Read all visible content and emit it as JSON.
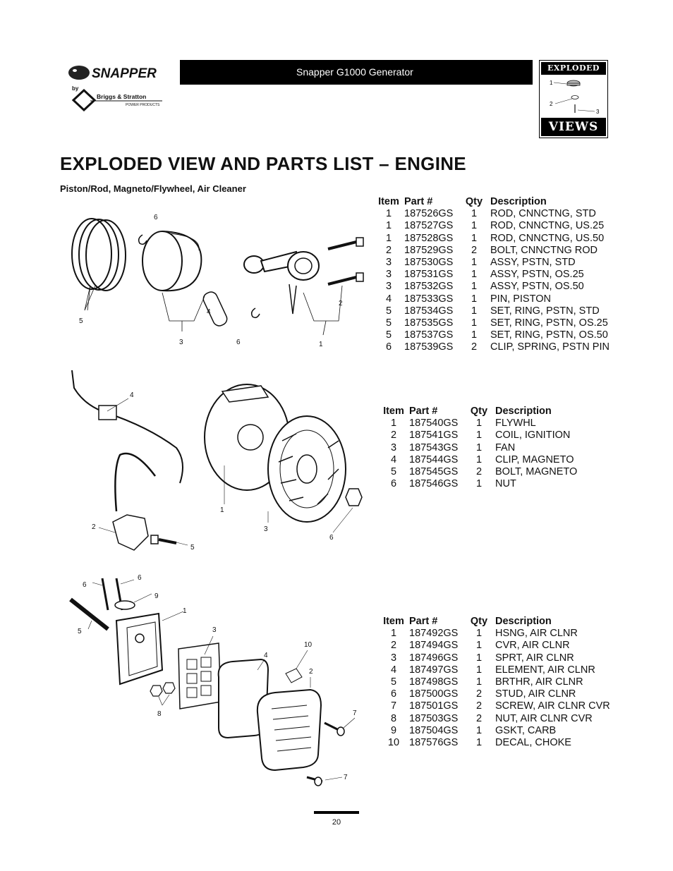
{
  "header": {
    "brand": "SNAPPER",
    "brand_by": "by",
    "brand_sub": "Briggs & Stratton",
    "brand_sub2": "POWER PRODUCTS",
    "product": "Snapper G1000 Generator",
    "badge_top": "EXPLODED",
    "badge_bottom": "VIEWS",
    "badge_labels": [
      "1",
      "2",
      "3"
    ]
  },
  "page_title": "EXPLODED VIEW AND PARTS LIST – ENGINE",
  "subtitle": "Piston/Rod, Magneto/Flywheel, Air Cleaner",
  "columns": {
    "item": "Item",
    "part": "Part #",
    "qty": "Qty",
    "desc": "Description"
  },
  "sections": [
    {
      "callouts": [
        "6",
        "5",
        "4",
        "3",
        "6",
        "2",
        "1"
      ],
      "rows": [
        {
          "item": "1",
          "part": "187526GS",
          "qty": "1",
          "desc": "ROD, CNNCTNG, STD"
        },
        {
          "item": "1",
          "part": "187527GS",
          "qty": "1",
          "desc": "ROD, CNNCTNG, US.25"
        },
        {
          "item": "1",
          "part": "187528GS",
          "qty": "1",
          "desc": "ROD, CNNCTNG, US.50"
        },
        {
          "item": "2",
          "part": "187529GS",
          "qty": "2",
          "desc": "BOLT, CNNCTNG ROD"
        },
        {
          "item": "3",
          "part": "187530GS",
          "qty": "1",
          "desc": "ASSY, PSTN, STD"
        },
        {
          "item": "3",
          "part": "187531GS",
          "qty": "1",
          "desc": "ASSY, PSTN, OS.25"
        },
        {
          "item": "3",
          "part": "187532GS",
          "qty": "1",
          "desc": "ASSY, PSTN, OS.50"
        },
        {
          "item": "4",
          "part": "187533GS",
          "qty": "1",
          "desc": "PIN, PISTON"
        },
        {
          "item": "5",
          "part": "187534GS",
          "qty": "1",
          "desc": "SET, RING, PSTN, STD"
        },
        {
          "item": "5",
          "part": "187535GS",
          "qty": "1",
          "desc": "SET, RING, PSTN, OS.25"
        },
        {
          "item": "5",
          "part": "187537GS",
          "qty": "1",
          "desc": "SET, RING, PSTN, OS.50"
        },
        {
          "item": "6",
          "part": "187539GS",
          "qty": "2",
          "desc": "CLIP, SPRING, PSTN PIN"
        }
      ]
    },
    {
      "callouts": [
        "4",
        "2",
        "5",
        "1",
        "3",
        "6"
      ],
      "rows": [
        {
          "item": "1",
          "part": "187540GS",
          "qty": "1",
          "desc": "FLYWHL"
        },
        {
          "item": "2",
          "part": "187541GS",
          "qty": "1",
          "desc": "COIL, IGNITION"
        },
        {
          "item": "3",
          "part": "187543GS",
          "qty": "1",
          "desc": "FAN"
        },
        {
          "item": "4",
          "part": "187544GS",
          "qty": "1",
          "desc": "CLIP, MAGNETO"
        },
        {
          "item": "5",
          "part": "187545GS",
          "qty": "2",
          "desc": "BOLT, MAGNETO"
        },
        {
          "item": "6",
          "part": "187546GS",
          "qty": "1",
          "desc": "NUT"
        }
      ]
    },
    {
      "callouts": [
        "6",
        "6",
        "9",
        "1",
        "5",
        "3",
        "10",
        "4",
        "2",
        "8",
        "7",
        "7"
      ],
      "rows": [
        {
          "item": "1",
          "part": "187492GS",
          "qty": "1",
          "desc": "HSNG, AIR CLNR"
        },
        {
          "item": "2",
          "part": "187494GS",
          "qty": "1",
          "desc": "CVR, AIR CLNR"
        },
        {
          "item": "3",
          "part": "187496GS",
          "qty": "1",
          "desc": "SPRT, AIR CLNR"
        },
        {
          "item": "4",
          "part": "187497GS",
          "qty": "1",
          "desc": "ELEMENT, AIR CLNR"
        },
        {
          "item": "5",
          "part": "187498GS",
          "qty": "1",
          "desc": "BRTHR, AIR CLNR"
        },
        {
          "item": "6",
          "part": "187500GS",
          "qty": "2",
          "desc": "STUD, AIR CLNR"
        },
        {
          "item": "7",
          "part": "187501GS",
          "qty": "2",
          "desc": "SCREW, AIR CLNR CVR"
        },
        {
          "item": "8",
          "part": "187503GS",
          "qty": "2",
          "desc": "NUT, AIR CLNR CVR"
        },
        {
          "item": "9",
          "part": "187504GS",
          "qty": "1",
          "desc": "GSKT, CARB"
        },
        {
          "item": "10",
          "part": "187576GS",
          "qty": "1",
          "desc": "DECAL, CHOKE"
        }
      ]
    }
  ],
  "page_number": "20"
}
